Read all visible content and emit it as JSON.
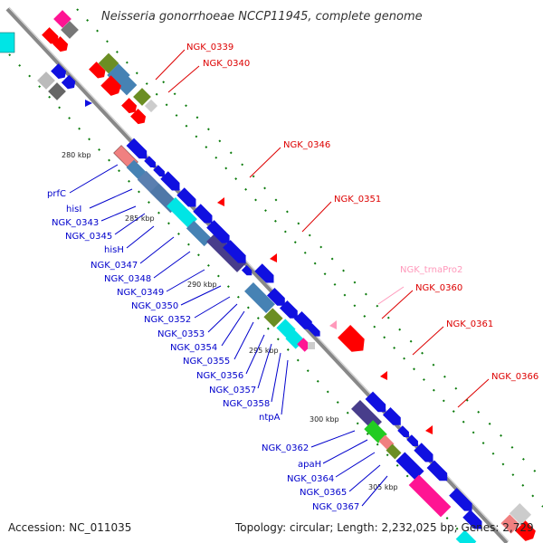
{
  "title": "Neisseria gonorrhoeae NCCP11945, complete genome",
  "footer": {
    "accession": "Accession: NC_011035",
    "topology": "Topology: circular; Length: 2,232,025 bp; Genes: 2,729"
  },
  "ticks": [
    "280 kbp",
    "285 kbp",
    "290 kbp",
    "295 kbp",
    "300 kbp",
    "305 kbp"
  ],
  "colors": {
    "forward_gene": "#1010e0",
    "reverse_gene": "#ff0000",
    "backbone": "#888888",
    "tick": "#0a7a0a",
    "left_label": "#0000cc",
    "right_label": "#dd0000",
    "trna_label": "#ff99bb"
  },
  "left_labels": [
    "prfC",
    "hisI",
    "NGK_0343",
    "NGK_0345",
    "hisH",
    "NGK_0347",
    "NGK_0348",
    "NGK_0349",
    "NGK_0350",
    "NGK_0352",
    "NGK_0353",
    "NGK_0354",
    "NGK_0355",
    "NGK_0356",
    "NGK_0357",
    "NGK_0358",
    "ntpA",
    "NGK_0362",
    "apaH",
    "NGK_0364",
    "NGK_0365",
    "NGK_0367"
  ],
  "right_labels": [
    "NGK_0339",
    "NGK_0340",
    "NGK_0346",
    "NGK_0351",
    "NGK_trnaPro2",
    "NGK_0360",
    "NGK_0361",
    "NGK_0366"
  ]
}
